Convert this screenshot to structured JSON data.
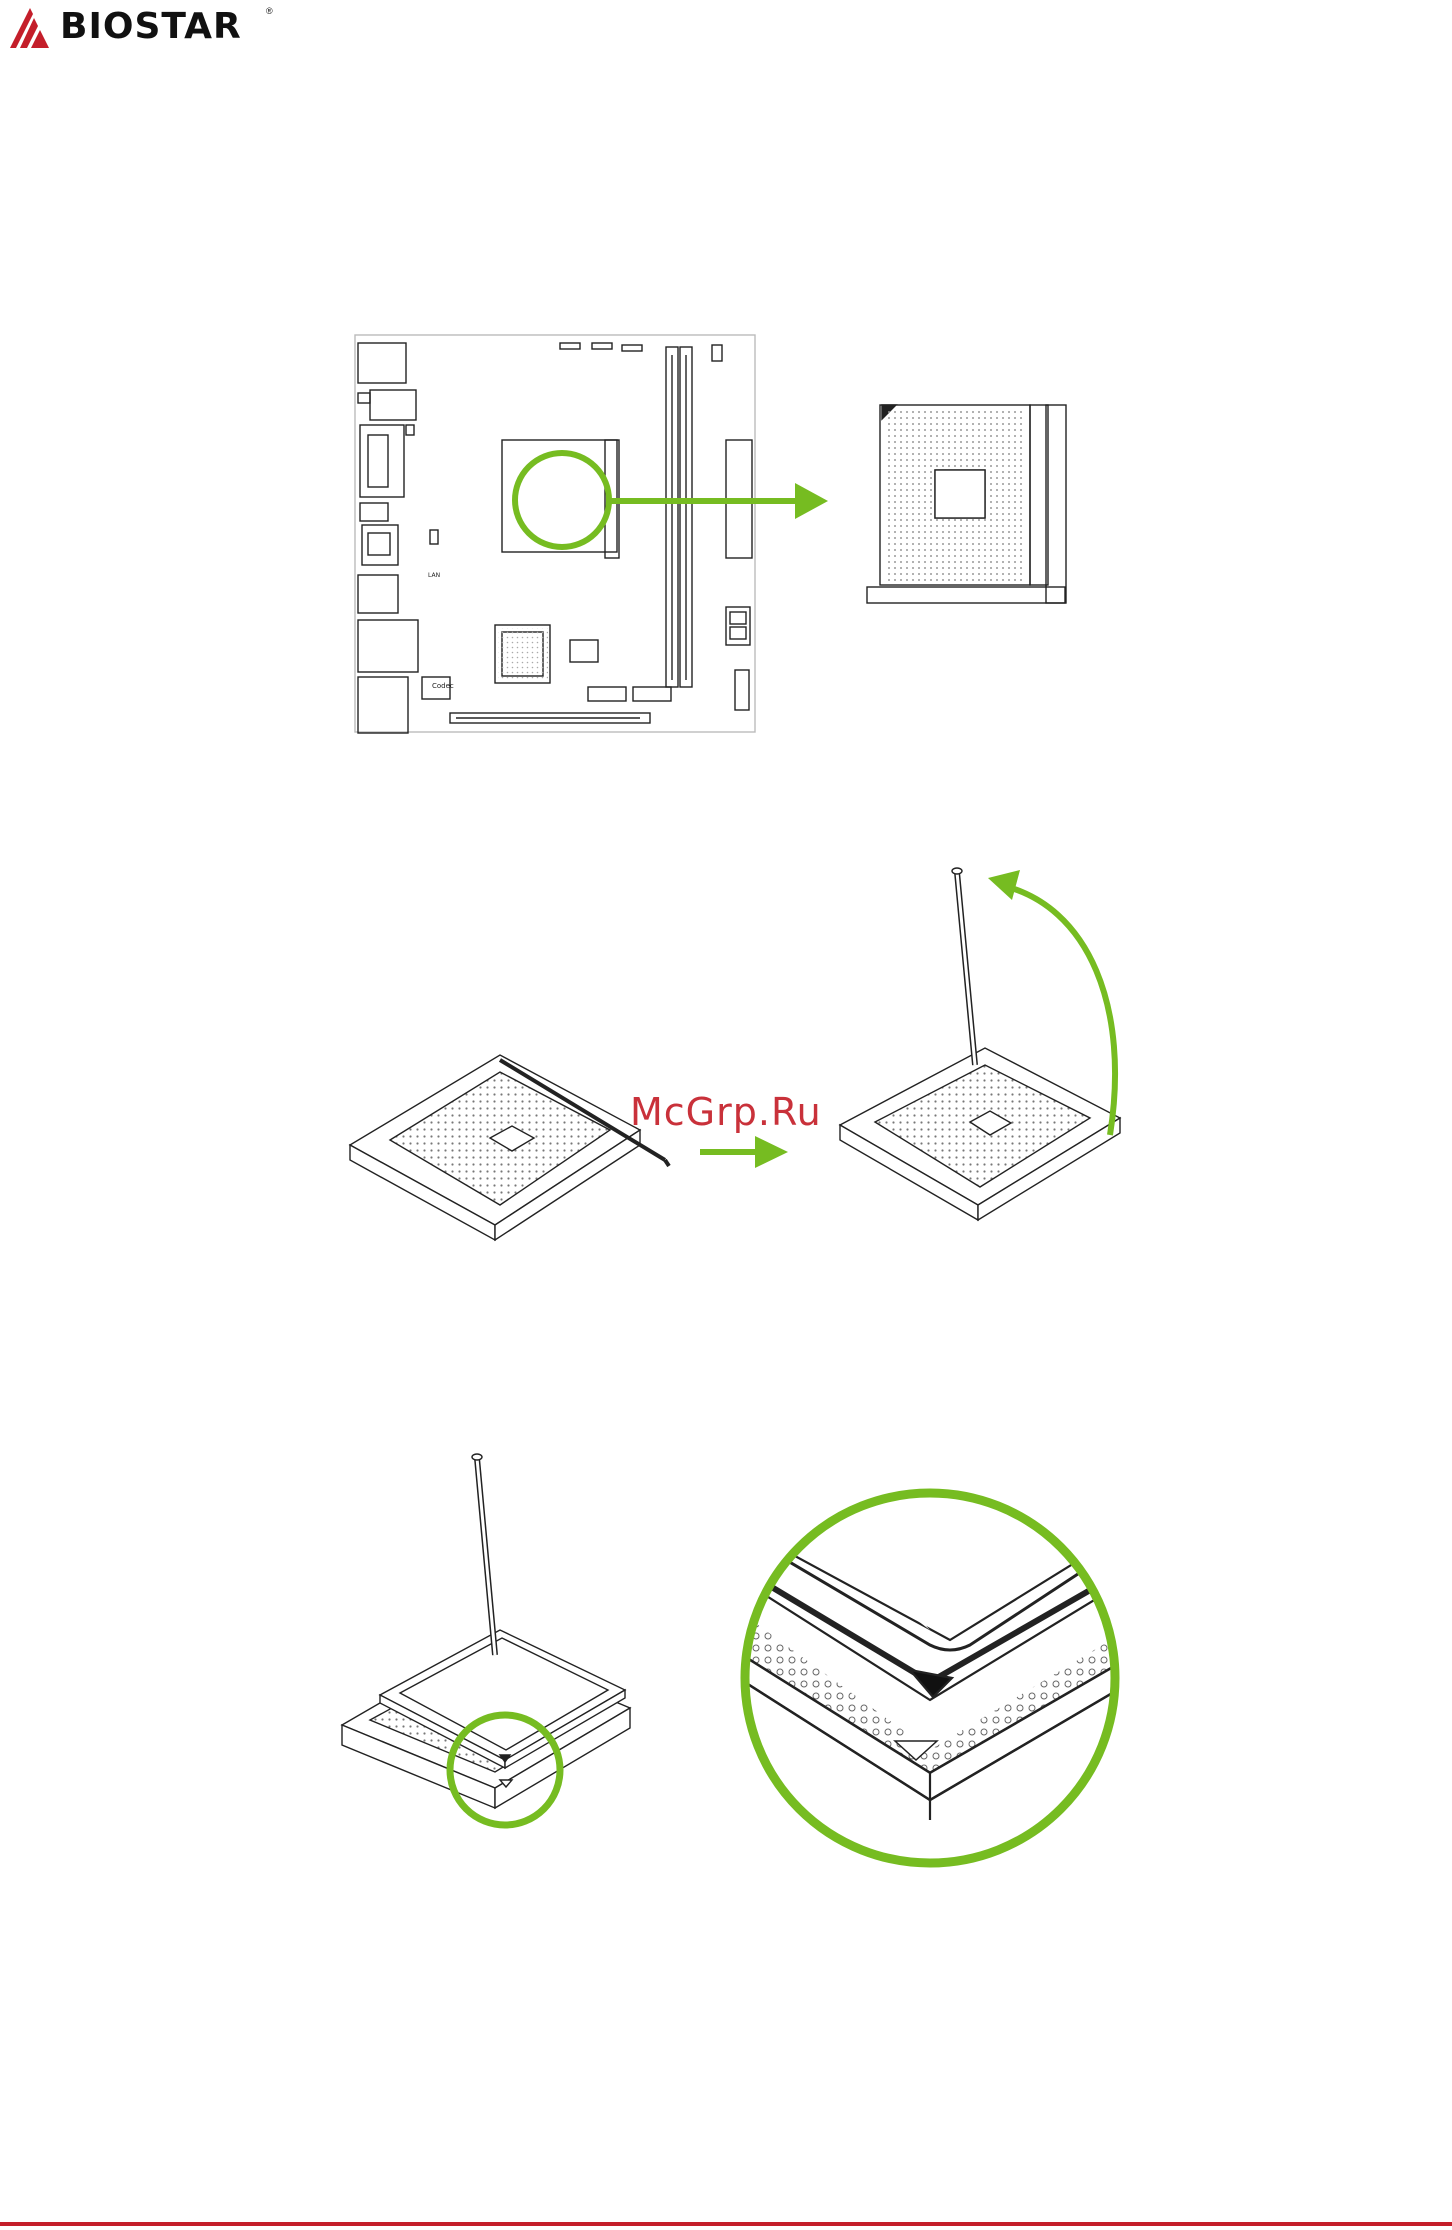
{
  "header": {
    "brand": "BIOSTAR",
    "brand_mark": "®"
  },
  "figure1": {
    "board_labels": {
      "lan": "LAN",
      "codec": "Codec"
    }
  },
  "watermark": "McGrp.Ru",
  "colors": {
    "accent_green": "#76bc21",
    "brand_red": "#c41e2a",
    "line": "#222222",
    "watermark": "#c9313a"
  },
  "icons": [
    "biostar-logo-icon",
    "arrow-right-icon",
    "arrow-curve-icon",
    "magnifier-circle-icon",
    "pin1-triangle-icon"
  ]
}
